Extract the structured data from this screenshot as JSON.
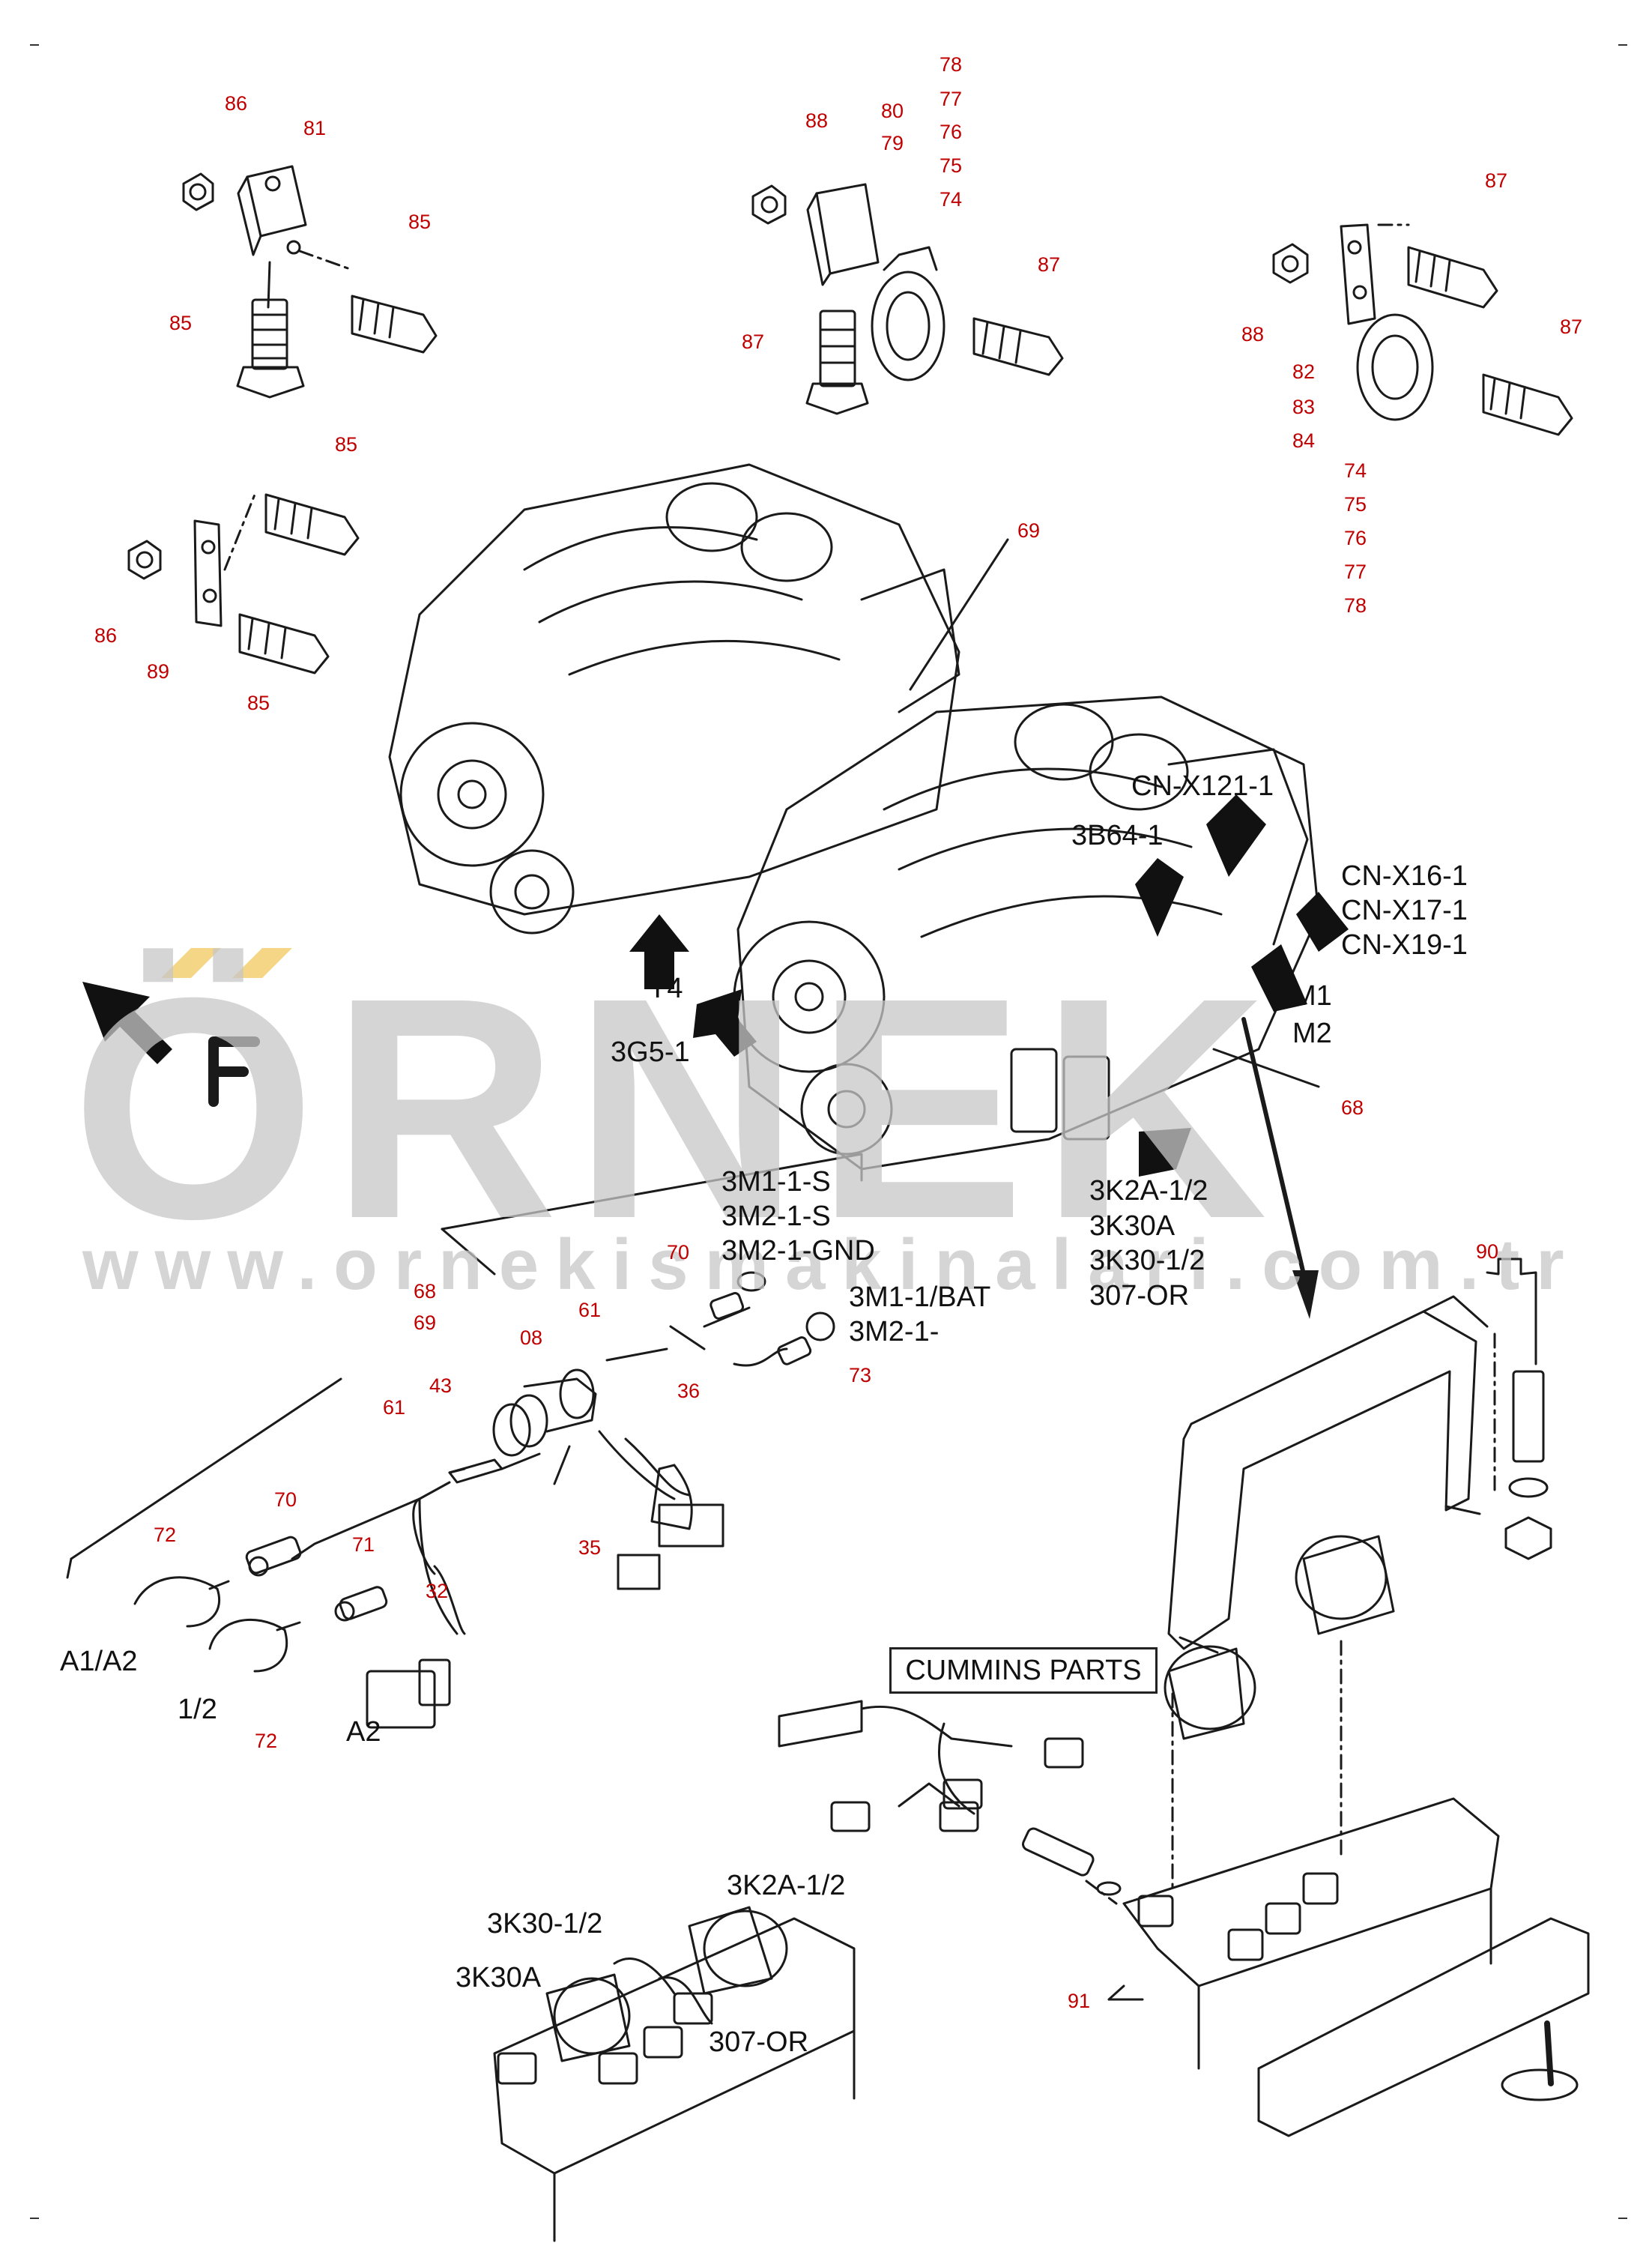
{
  "watermark": {
    "logo": "ÖRNEK",
    "url": "www.ornekismakinalari.com.tr"
  },
  "part_numbers": [
    {
      "id": "p86a",
      "text": "86"
    },
    {
      "id": "p81",
      "text": "81"
    },
    {
      "id": "p85a",
      "text": "85"
    },
    {
      "id": "p85b",
      "text": "85"
    },
    {
      "id": "p88a",
      "text": "88"
    },
    {
      "id": "p80",
      "text": "80"
    },
    {
      "id": "p79",
      "text": "79"
    },
    {
      "id": "p78a",
      "text": "78"
    },
    {
      "id": "p77a",
      "text": "77"
    },
    {
      "id": "p76a",
      "text": "76"
    },
    {
      "id": "p75a",
      "text": "75"
    },
    {
      "id": "p74a",
      "text": "74"
    },
    {
      "id": "p87a",
      "text": "87"
    },
    {
      "id": "p87b",
      "text": "87"
    },
    {
      "id": "p87c",
      "text": "87"
    },
    {
      "id": "p87d",
      "text": "87"
    },
    {
      "id": "p88b",
      "text": "88"
    },
    {
      "id": "p82",
      "text": "82"
    },
    {
      "id": "p83",
      "text": "83"
    },
    {
      "id": "p84",
      "text": "84"
    },
    {
      "id": "p74b",
      "text": "74"
    },
    {
      "id": "p75b",
      "text": "75"
    },
    {
      "id": "p76b",
      "text": "76"
    },
    {
      "id": "p77b",
      "text": "77"
    },
    {
      "id": "p78b",
      "text": "78"
    },
    {
      "id": "p85c",
      "text": "85"
    },
    {
      "id": "p86b",
      "text": "86"
    },
    {
      "id": "p89",
      "text": "89"
    },
    {
      "id": "p85d",
      "text": "85"
    },
    {
      "id": "p69a",
      "text": "69"
    },
    {
      "id": "p68a",
      "text": "68"
    },
    {
      "id": "p68b",
      "text": "68"
    },
    {
      "id": "p69b",
      "text": "69"
    },
    {
      "id": "p70a",
      "text": "70"
    },
    {
      "id": "p61a",
      "text": "61"
    },
    {
      "id": "p08",
      "text": "08"
    },
    {
      "id": "p73",
      "text": "73"
    },
    {
      "id": "p43",
      "text": "43"
    },
    {
      "id": "p61b",
      "text": "61"
    },
    {
      "id": "p36",
      "text": "36"
    },
    {
      "id": "p35",
      "text": "35"
    },
    {
      "id": "p72a",
      "text": "72"
    },
    {
      "id": "p70b",
      "text": "70"
    },
    {
      "id": "p71",
      "text": "71"
    },
    {
      "id": "p32",
      "text": "32"
    },
    {
      "id": "p72b",
      "text": "72"
    },
    {
      "id": "p90",
      "text": "90"
    },
    {
      "id": "p91",
      "text": "91"
    }
  ],
  "tags": [
    {
      "id": "cn-x121",
      "text": "CN-X121-1"
    },
    {
      "id": "b64",
      "text": "3B64-1"
    },
    {
      "id": "cn-x16",
      "text": "CN-X16-1"
    },
    {
      "id": "cn-x17",
      "text": "CN-X17-1"
    },
    {
      "id": "cn-x19",
      "text": "CN-X19-1"
    },
    {
      "id": "m1",
      "text": "M1"
    },
    {
      "id": "m2",
      "text": "M2"
    },
    {
      "id": "y4",
      "text": "Y4"
    },
    {
      "id": "g5",
      "text": "3G5-1"
    },
    {
      "id": "m11s",
      "text": "3M1-1-S"
    },
    {
      "id": "m21s",
      "text": "3M2-1-S"
    },
    {
      "id": "m21gnd",
      "text": "3M2-1-GND"
    },
    {
      "id": "m11bat",
      "text": "3M1-1/BAT"
    },
    {
      "id": "m21",
      "text": "3M2-1-"
    },
    {
      "id": "k2a-a",
      "text": "3K2A-1/2"
    },
    {
      "id": "k30a-a",
      "text": "3K30A"
    },
    {
      "id": "k30-a",
      "text": "3K30-1/2"
    },
    {
      "id": "or307-a",
      "text": "307-OR"
    },
    {
      "id": "a1a2",
      "text": "A1/A2"
    },
    {
      "id": "half",
      "text": "1/2"
    },
    {
      "id": "a2",
      "text": "A2"
    },
    {
      "id": "k2a-b",
      "text": "3K2A-1/2"
    },
    {
      "id": "k30-b",
      "text": "3K30-1/2"
    },
    {
      "id": "k30a-b",
      "text": "3K30A"
    },
    {
      "id": "or307-b",
      "text": "307-OR"
    }
  ],
  "cummins_label": "CUMMINS PARTS",
  "colors": {
    "part_number": "#c00000",
    "tag": "#111111",
    "line": "#1a1a1a",
    "watermark": "#c7c7c7",
    "watermark_accent": "#f3d27a"
  }
}
